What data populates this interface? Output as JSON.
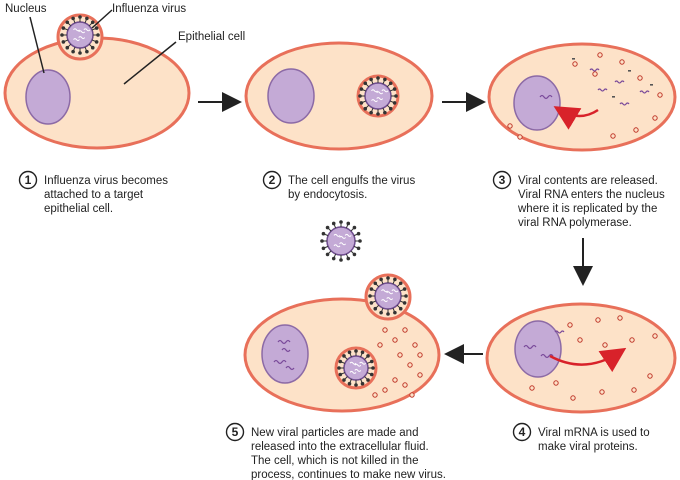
{
  "labels": {
    "nucleus": "Nucleus",
    "virus": "Influenza virus",
    "epithelial": "Epithelial cell"
  },
  "steps": [
    {
      "number": "1",
      "lines": [
        "Influenza virus becomes",
        "attached to a target",
        "epithelial cell."
      ]
    },
    {
      "number": "2",
      "lines": [
        "The cell engulfs the virus",
        "by endocytosis."
      ]
    },
    {
      "number": "3",
      "lines": [
        "Viral contents are released.",
        "Viral RNA enters the nucleus",
        "where it is replicated by the",
        "viral RNA polymerase."
      ]
    },
    {
      "number": "4",
      "lines": [
        "Viral mRNA is used to",
        "make viral proteins."
      ]
    },
    {
      "number": "5",
      "lines": [
        "New viral particles are made and",
        "released into the extracellular fluid.",
        "The cell, which is not killed in the",
        "process, continues to make new virus."
      ]
    }
  ],
  "colors": {
    "cell_fill": "#fde2c8",
    "cell_stroke": "#e8705a",
    "nucleus_fill": "#c4aad6",
    "nucleus_stroke": "#8c6aa6",
    "virus_dot": "#333333",
    "arrow": "#222222",
    "red_arrow": "#d8222a"
  }
}
